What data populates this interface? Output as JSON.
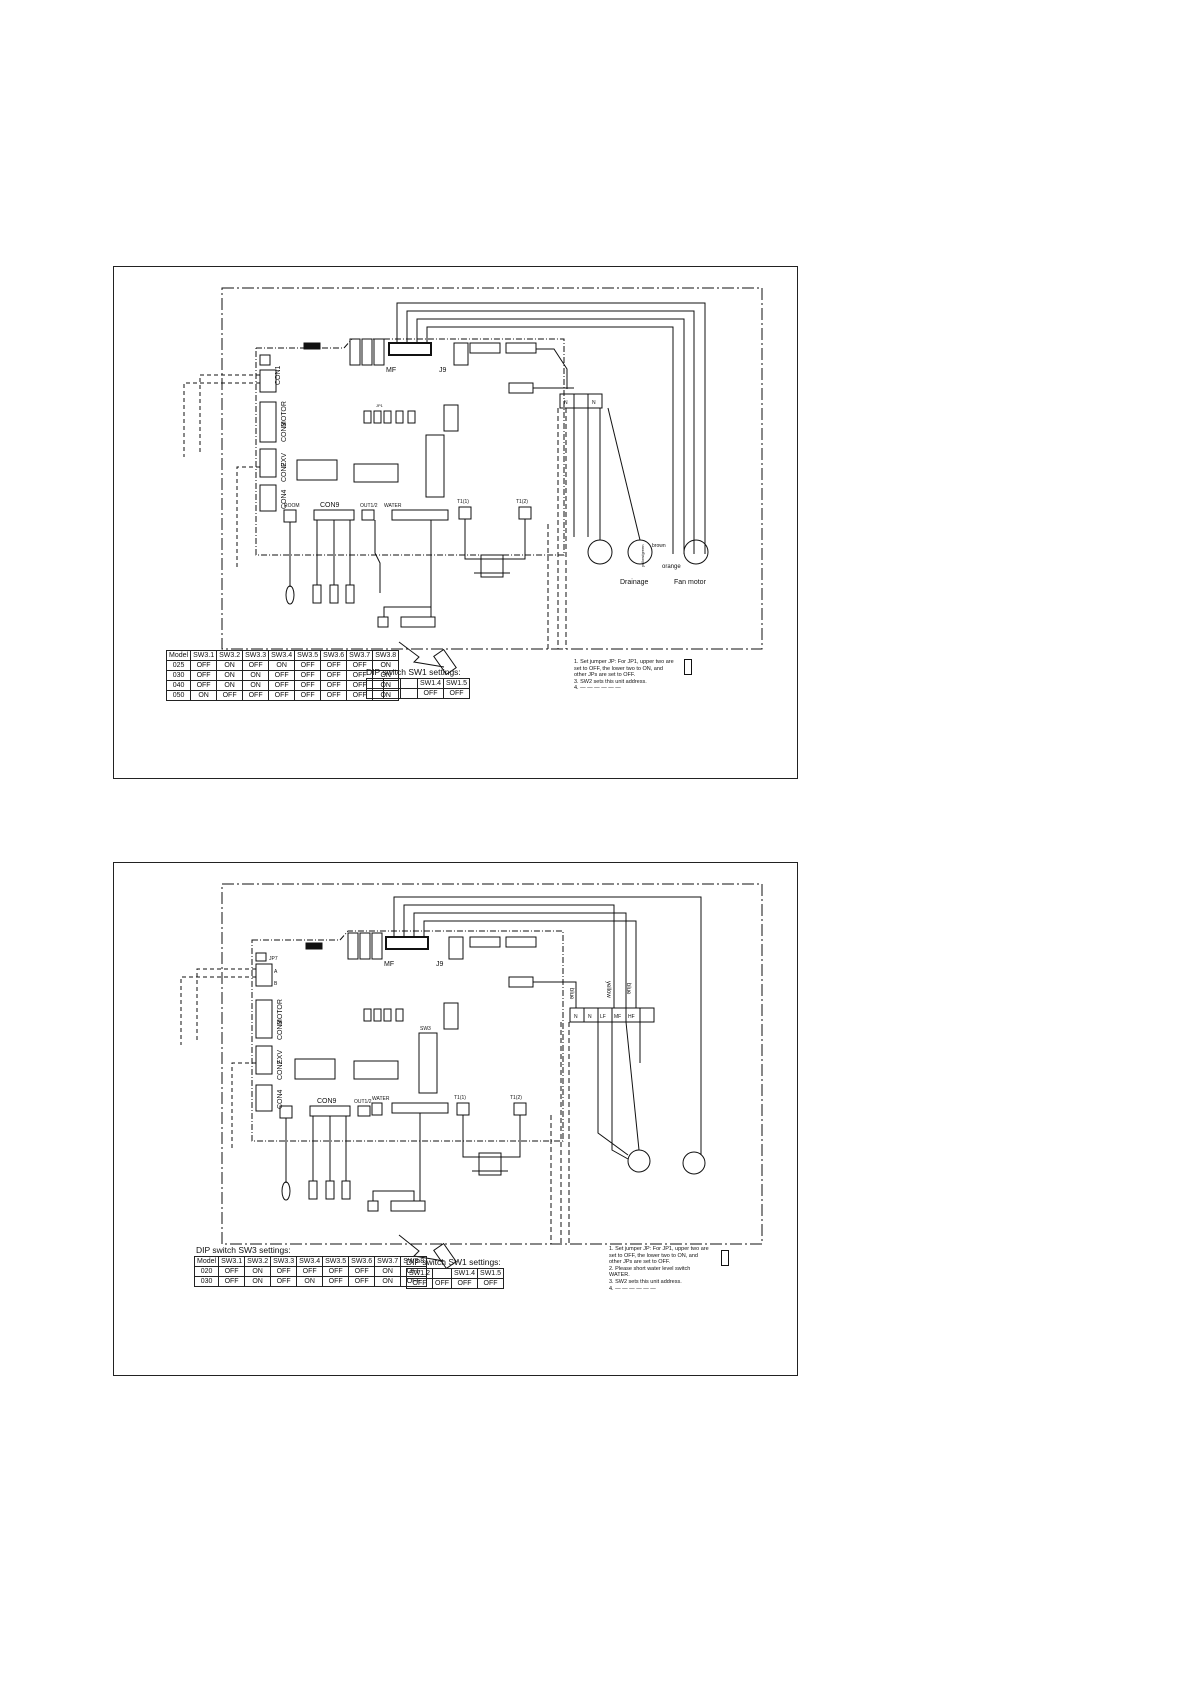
{
  "sheet1": {
    "board_labels": {
      "mf": "MF",
      "j9": "J9",
      "con1": "CON1",
      "motor": "MOTOR",
      "con3": "CON3",
      "exv": "EXV",
      "con2": "CON2",
      "con4": "CON4",
      "room": "ROOM",
      "con9": "CON9",
      "out": "OUT1/2",
      "water": "WATER",
      "t1": "T1(1)",
      "t2": "T1(2)",
      "jp": "JP1"
    },
    "terminal_labels": [
      "N",
      "N"
    ],
    "load_labels": {
      "drainage": "Drainage",
      "fan_motor": "Fan motor",
      "brown": "brown",
      "orange": "orange",
      "yellow_green": "yellow/green"
    },
    "sw3_table": {
      "headers": [
        "Model",
        "SW3.1",
        "SW3.2",
        "SW3.3",
        "SW3.4",
        "SW3.5",
        "SW3.6",
        "SW3.7",
        "SW3.8"
      ],
      "rows": [
        [
          "025",
          "OFF",
          "ON",
          "OFF",
          "ON",
          "OFF",
          "OFF",
          "OFF",
          "ON"
        ],
        [
          "030",
          "OFF",
          "ON",
          "ON",
          "OFF",
          "OFF",
          "OFF",
          "OFF",
          "ON"
        ],
        [
          "040",
          "OFF",
          "ON",
          "ON",
          "OFF",
          "OFF",
          "OFF",
          "OFF",
          "ON"
        ],
        [
          "050",
          "ON",
          "OFF",
          "OFF",
          "OFF",
          "OFF",
          "OFF",
          "OFF",
          "ON"
        ]
      ]
    },
    "sw1_caption": "DIP switch SW1 settings:",
    "sw1_table": {
      "headers": [
        "",
        "",
        "",
        "SW1.4",
        "SW1.5"
      ],
      "values": [
        "",
        "",
        "",
        "OFF",
        "OFF"
      ]
    },
    "notes": [
      "1.  Set jumper JP: For JP1, upper two are",
      "     set to OFF, the lower two to ON, and",
      "     other JPs are set to OFF.",
      "3.  SW2 sets this unit address.",
      "4.  — — — — — —"
    ]
  },
  "sheet2": {
    "board_labels": {
      "mf": "MF",
      "j9": "J9",
      "jp": "JP7",
      "a": "A",
      "b": "B",
      "motor": "MOTOR",
      "con3": "CON3",
      "exv": "EXV",
      "con2": "CON2",
      "con4": "CON4",
      "con9": "CON9",
      "out": "OUT1/2",
      "water": "WATER",
      "sw3": "SW3",
      "t1": "T1(1)",
      "t2": "T1(2)"
    },
    "wire_labels": [
      "blue",
      "yellow",
      "blue"
    ],
    "terminal_labels": [
      "N",
      "N",
      "LF",
      "MF",
      "HF"
    ],
    "sw3_caption": "DIP switch SW3 settings:",
    "sw3_table": {
      "headers": [
        "Model",
        "SW3.1",
        "SW3.2",
        "SW3.3",
        "SW3.4",
        "SW3.5",
        "SW3.6",
        "SW3.7",
        "SW3.8"
      ],
      "rows": [
        [
          "020",
          "OFF",
          "ON",
          "OFF",
          "OFF",
          "OFF",
          "OFF",
          "ON",
          "OFF"
        ],
        [
          "030",
          "OFF",
          "ON",
          "OFF",
          "ON",
          "OFF",
          "OFF",
          "ON",
          "OFF"
        ]
      ]
    },
    "sw1_caption": "DIP switch SW1 settings:",
    "sw1_table": {
      "headers": [
        "SW1.2",
        "",
        "SW1.4",
        "SW1.5"
      ],
      "values": [
        "OFF",
        "OFF",
        "OFF",
        "OFF"
      ]
    },
    "notes": [
      "1.  Set jumper JP: For JP1, upper two are",
      "     set to OFF, the lower two to ON, and",
      "     other JPs are set to OFF.",
      "2.  Please short water level switch",
      "     WATER.",
      "3.  SW2 sets this unit address.",
      "4.  — — — — — —"
    ]
  }
}
